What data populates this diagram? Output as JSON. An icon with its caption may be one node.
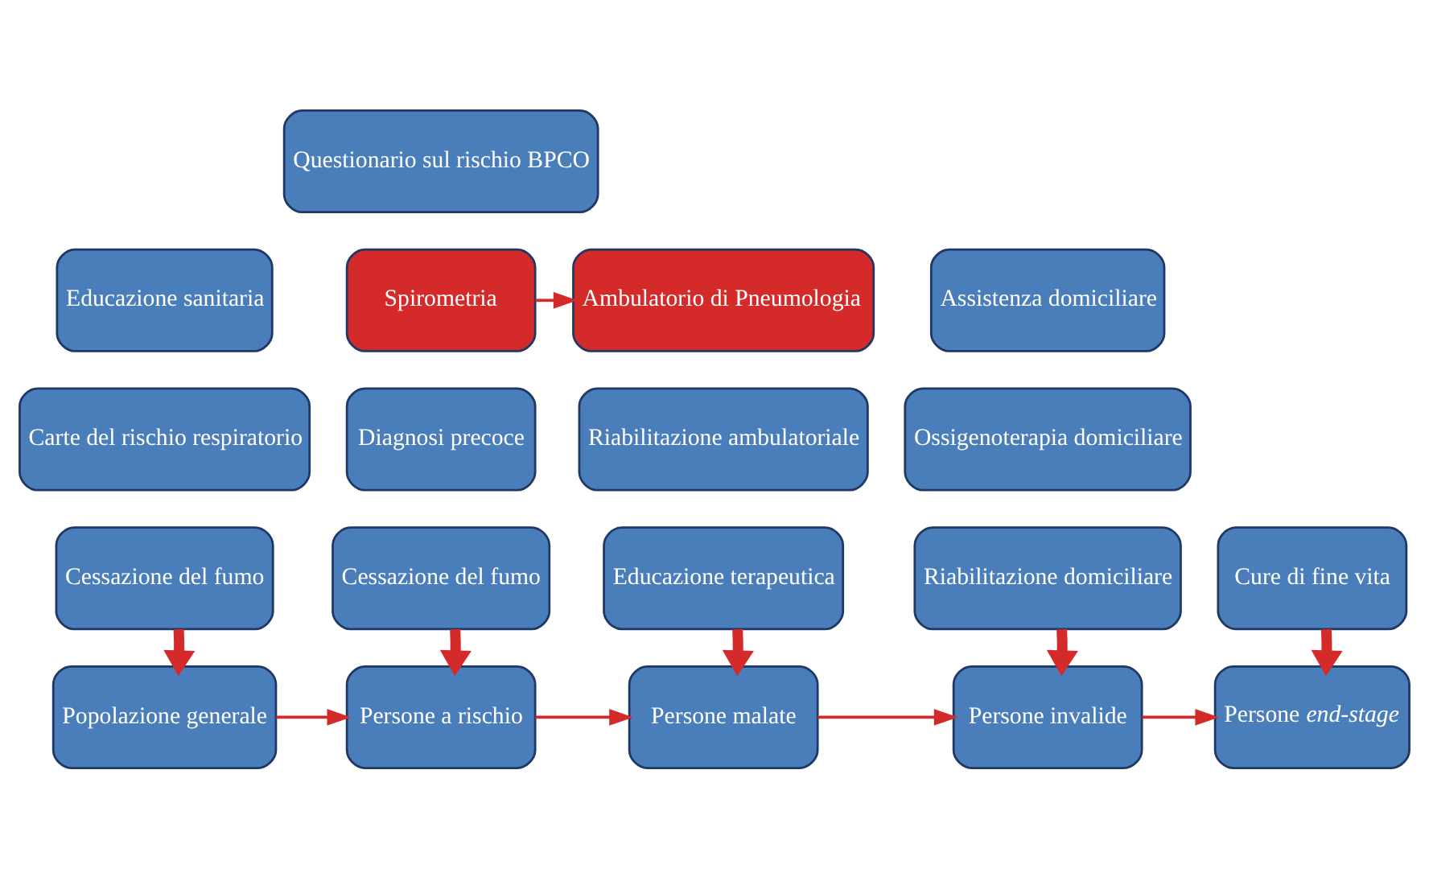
{
  "diagram": {
    "nodes": [
      {
        "text": [
          "Questionario sul rischio BPCO"
        ]
      },
      {
        "text": [
          "Educazione sanitaria"
        ]
      },
      {
        "text": [
          "Spirometria"
        ]
      },
      {
        "text": [
          "Ambulatorio di Pneumologia"
        ]
      },
      {
        "text": [
          "Assistenza domiciliare"
        ]
      },
      {
        "text": [
          "Carte del rischio respiratorio"
        ]
      },
      {
        "text": [
          "Diagnosi precoce"
        ]
      },
      {
        "text": [
          "Riabilitazione ambulatoriale"
        ]
      },
      {
        "text": [
          "Ossigenoterapia domiciliare"
        ]
      },
      {
        "text": [
          "Cessazione del fumo"
        ]
      },
      {
        "text": [
          "Cessazione del fumo"
        ]
      },
      {
        "text": [
          "Educazione terapeutica"
        ]
      },
      {
        "text": [
          "Riabilitazione domiciliare"
        ]
      },
      {
        "text": [
          "Cure di fine vita"
        ]
      },
      {
        "text": [
          "Popolazione generale"
        ]
      },
      {
        "text": [
          "Persone a rischio"
        ]
      },
      {
        "text": [
          "Persone malate"
        ]
      },
      {
        "text": [
          "Persone invalide"
        ]
      },
      {
        "text": [
          "Persone *end-stage*"
        ]
      }
    ],
    "edges": [
      {
        "from": 2,
        "to": 3,
        "arrow": "to"
      },
      {
        "from": 9,
        "to": 14,
        "arrow": "to",
        "style": "thick"
      },
      {
        "from": 10,
        "to": 15,
        "arrow": "to",
        "style": "thick"
      },
      {
        "from": 11,
        "to": 16,
        "arrow": "to",
        "style": "thick"
      },
      {
        "from": 12,
        "to": 17,
        "arrow": "to",
        "style": "thick"
      },
      {
        "from": 13,
        "to": 18,
        "arrow": "to",
        "style": "thick"
      },
      {
        "from": 14,
        "to": 15,
        "arrow": "to"
      },
      {
        "from": 15,
        "to": 16,
        "arrow": "to"
      },
      {
        "from": 16,
        "to": 17,
        "arrow": "to"
      },
      {
        "from": 17,
        "to": 18,
        "arrow": "to"
      }
    ]
  }
}
